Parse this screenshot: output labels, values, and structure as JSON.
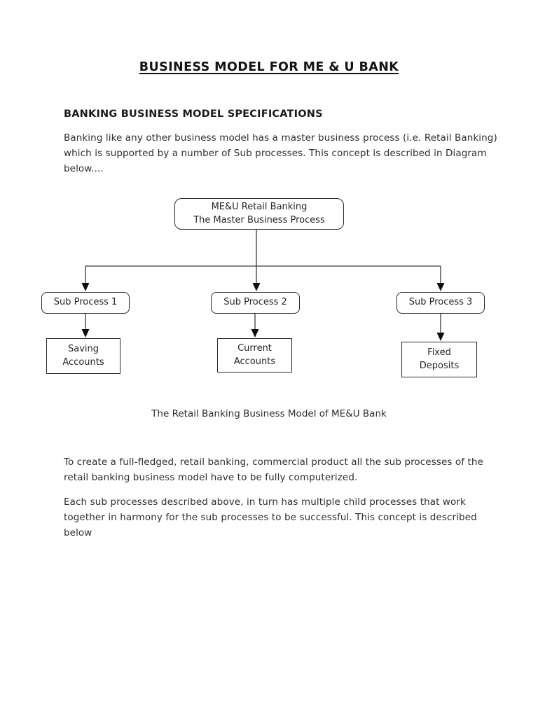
{
  "page": {
    "title": "BUSINESS MODEL FOR ME & U BANK",
    "section_heading": "BANKING BUSINESS MODEL SPECIFICATIONS",
    "paragraph1_lines": [
      "Banking like any other business model has a master business process (i.e. Retail Banking)",
      "which is supported by a number of Sub processes. This concept is described in Diagram",
      "below...."
    ],
    "caption": "The Retail Banking Business Model of ME&U Bank",
    "paragraph2_lines": [
      "To create a full-fledged, retail banking, commercial product all the sub processes of the",
      "retail banking business model have to be fully computerized."
    ],
    "paragraph3_lines": [
      "Each sub processes described above, in turn has multiple child processes that work",
      "together in harmony for the sub processes to be successful. This concept is described",
      "below"
    ]
  },
  "diagram": {
    "master_box": {
      "line1": "ME&U Retail Banking",
      "line2": "The Master Business Process"
    },
    "sub_processes": [
      "Sub Process 1",
      "Sub Process 2",
      "Sub Process 3"
    ],
    "children": [
      {
        "line1": "Saving",
        "line2": "Accounts"
      },
      {
        "line1": "Current",
        "line2": "Accounts"
      },
      {
        "line1": "Fixed",
        "line2": "Deposits"
      }
    ],
    "colors": {
      "line": "#3c3c3c",
      "arrowhead": "#0d0d0d",
      "box_border": "#2b2b2b",
      "text": "#262626"
    }
  }
}
